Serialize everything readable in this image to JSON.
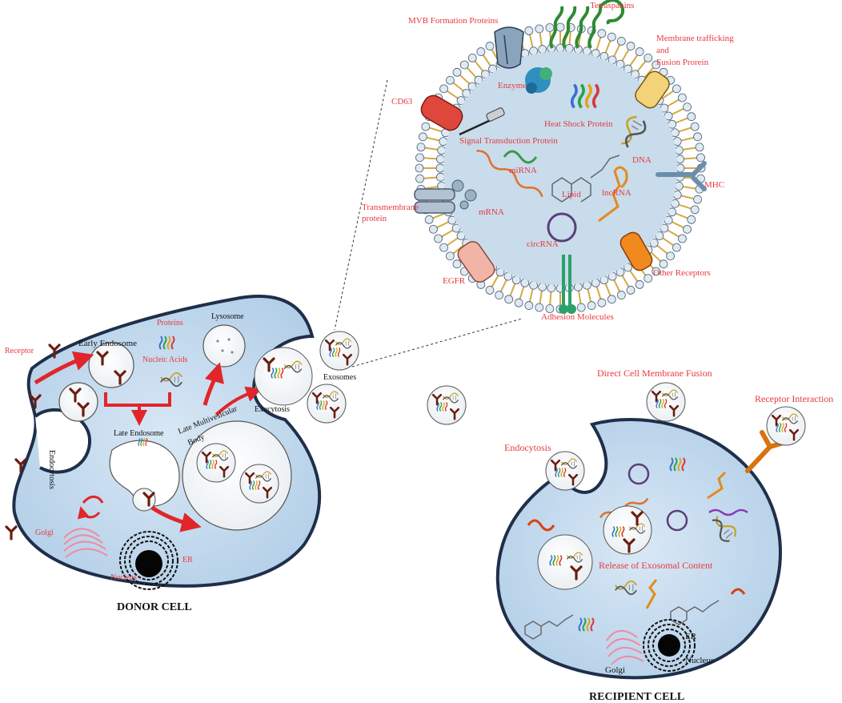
{
  "exosome_labels": {
    "mvb_formation_proteins": "MVB Formation Proteins",
    "tetraspanins": "Tetraspanins",
    "membrane_trafficking_1": "Membrane trafficking",
    "membrane_trafficking_2": "and",
    "membrane_trafficking_3": "Fusion Prorein",
    "enzyme": "Enzyme",
    "cd63": "CD63",
    "heat_shock_protein": "Heat Shock Protein",
    "signal_transduction_protein": "Signal Transduction Protein",
    "dna": "DNA",
    "mirna": "miRNA",
    "mhc": "MHC",
    "lipid": "Lipid",
    "lncrna": "lncRNA",
    "transmembrane_1": "Transmembrane",
    "transmembrane_2": "protein",
    "mrna": "mRNA",
    "circrna": "circRNA",
    "egfr": "EGFR",
    "other_receptors": "Other Receptors",
    "adhesion_molecules": "Adhesion Molecules"
  },
  "donor": {
    "receptor": "Receptor",
    "early_endosome": "Early Endosome",
    "proteins": "Proteins",
    "nucleic_acids": "Nucleic Acids",
    "lysosome": "Lysosome",
    "late_endosome": "Late Endosome",
    "late_mvb_1": "Late Multivesicular",
    "late_mvb_2": "Body",
    "endocytosis": "Endocytosis",
    "golgi": "Golgi",
    "er": "ER",
    "nucleus": "Nucleus",
    "exocytosis": "Exocytosis",
    "exosomes": "Exosomes",
    "caption": "DONOR CELL"
  },
  "recipient": {
    "direct_fusion": "Direct Cell Membrane Fusion",
    "receptor_interaction": "Receptor Interaction",
    "endocytosis": "Endocytosis",
    "release": "Release of Exosomal Content",
    "er": "ER",
    "nucleus": "Nucleus",
    "golgi": "Golgi",
    "caption": "RECIPIENT CELL"
  },
  "colors": {
    "cell_fill": "#c5dcef",
    "cell_stroke": "#1f2f4a",
    "label_red": "#e8393f",
    "arrow_red": "#e0262a",
    "receptor_brown": "#6b1e10",
    "lipid_head": "#dfe9f3",
    "lipid_tail": "#d4a944"
  }
}
